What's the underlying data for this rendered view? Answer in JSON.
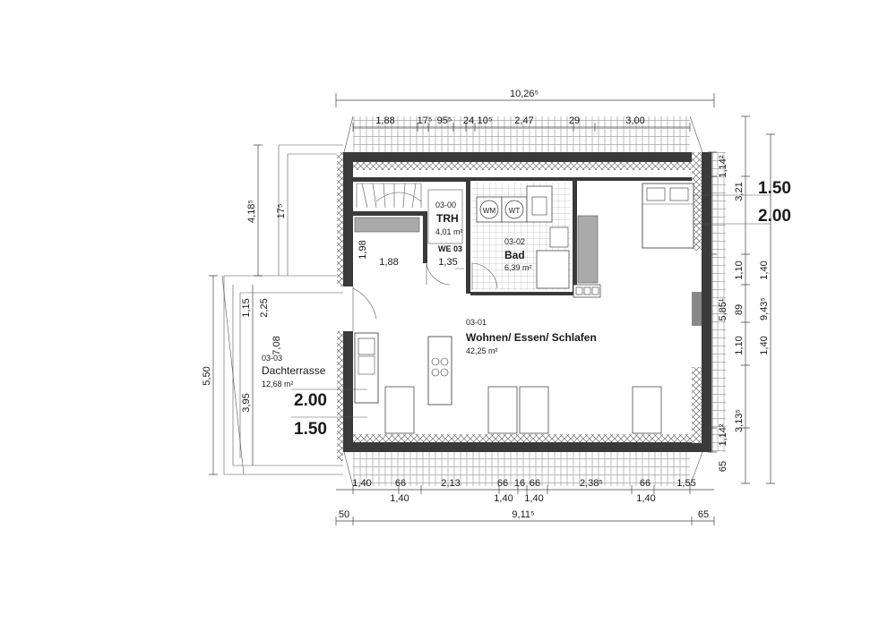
{
  "dimensions": {
    "top_overall": "10,26⁵",
    "top_segments": [
      "1,88",
      "17⁵",
      "95⁵",
      "24",
      "10⁵",
      "2,47",
      "29",
      "3,00"
    ],
    "bottom_row1": [
      "1,40",
      "66",
      "2,13",
      "66",
      "16",
      "66",
      "2,38⁵",
      "66",
      "1,55"
    ],
    "bottom_row2": [
      "1,40",
      "1,40",
      "1,40",
      "1,40"
    ],
    "bottom_overall": [
      "50",
      "9,11⁵",
      "65"
    ],
    "right_outer": [
      "3,21",
      "1,40",
      "9,43⁵",
      "1,40",
      "3,13⁵"
    ],
    "right_inner": [
      "1,14²",
      "1,10",
      "5,85¹",
      "89",
      "1,10",
      "1,14²",
      "65"
    ],
    "left_terrace": [
      "4,18⁵",
      "17⁵",
      "5,50",
      "1,15",
      "2,25",
      "7,08",
      "3,95"
    ],
    "interior": [
      "1,98",
      "1,88",
      "1,35"
    ]
  },
  "rooms": [
    {
      "id": "03-00",
      "name": "TRH",
      "area": "4,01 m²"
    },
    {
      "id": "",
      "name": "WE 03",
      "area": ""
    },
    {
      "id": "03-02",
      "name": "Bad",
      "area": "6,39 m²"
    },
    {
      "id": "03-01",
      "name": "Wohnen/ Essen/ Schlafen",
      "area": "42,25 m²"
    },
    {
      "id": "03-03",
      "name": "Dachterrasse",
      "area": "12,68 m²"
    }
  ],
  "fixtures": {
    "washer": "WM",
    "dryer": "WT"
  },
  "ceiling_heights": {
    "right_upper": "1.50",
    "right_lower": "2.00",
    "left_upper": "2.00",
    "left_lower": "1.50"
  }
}
